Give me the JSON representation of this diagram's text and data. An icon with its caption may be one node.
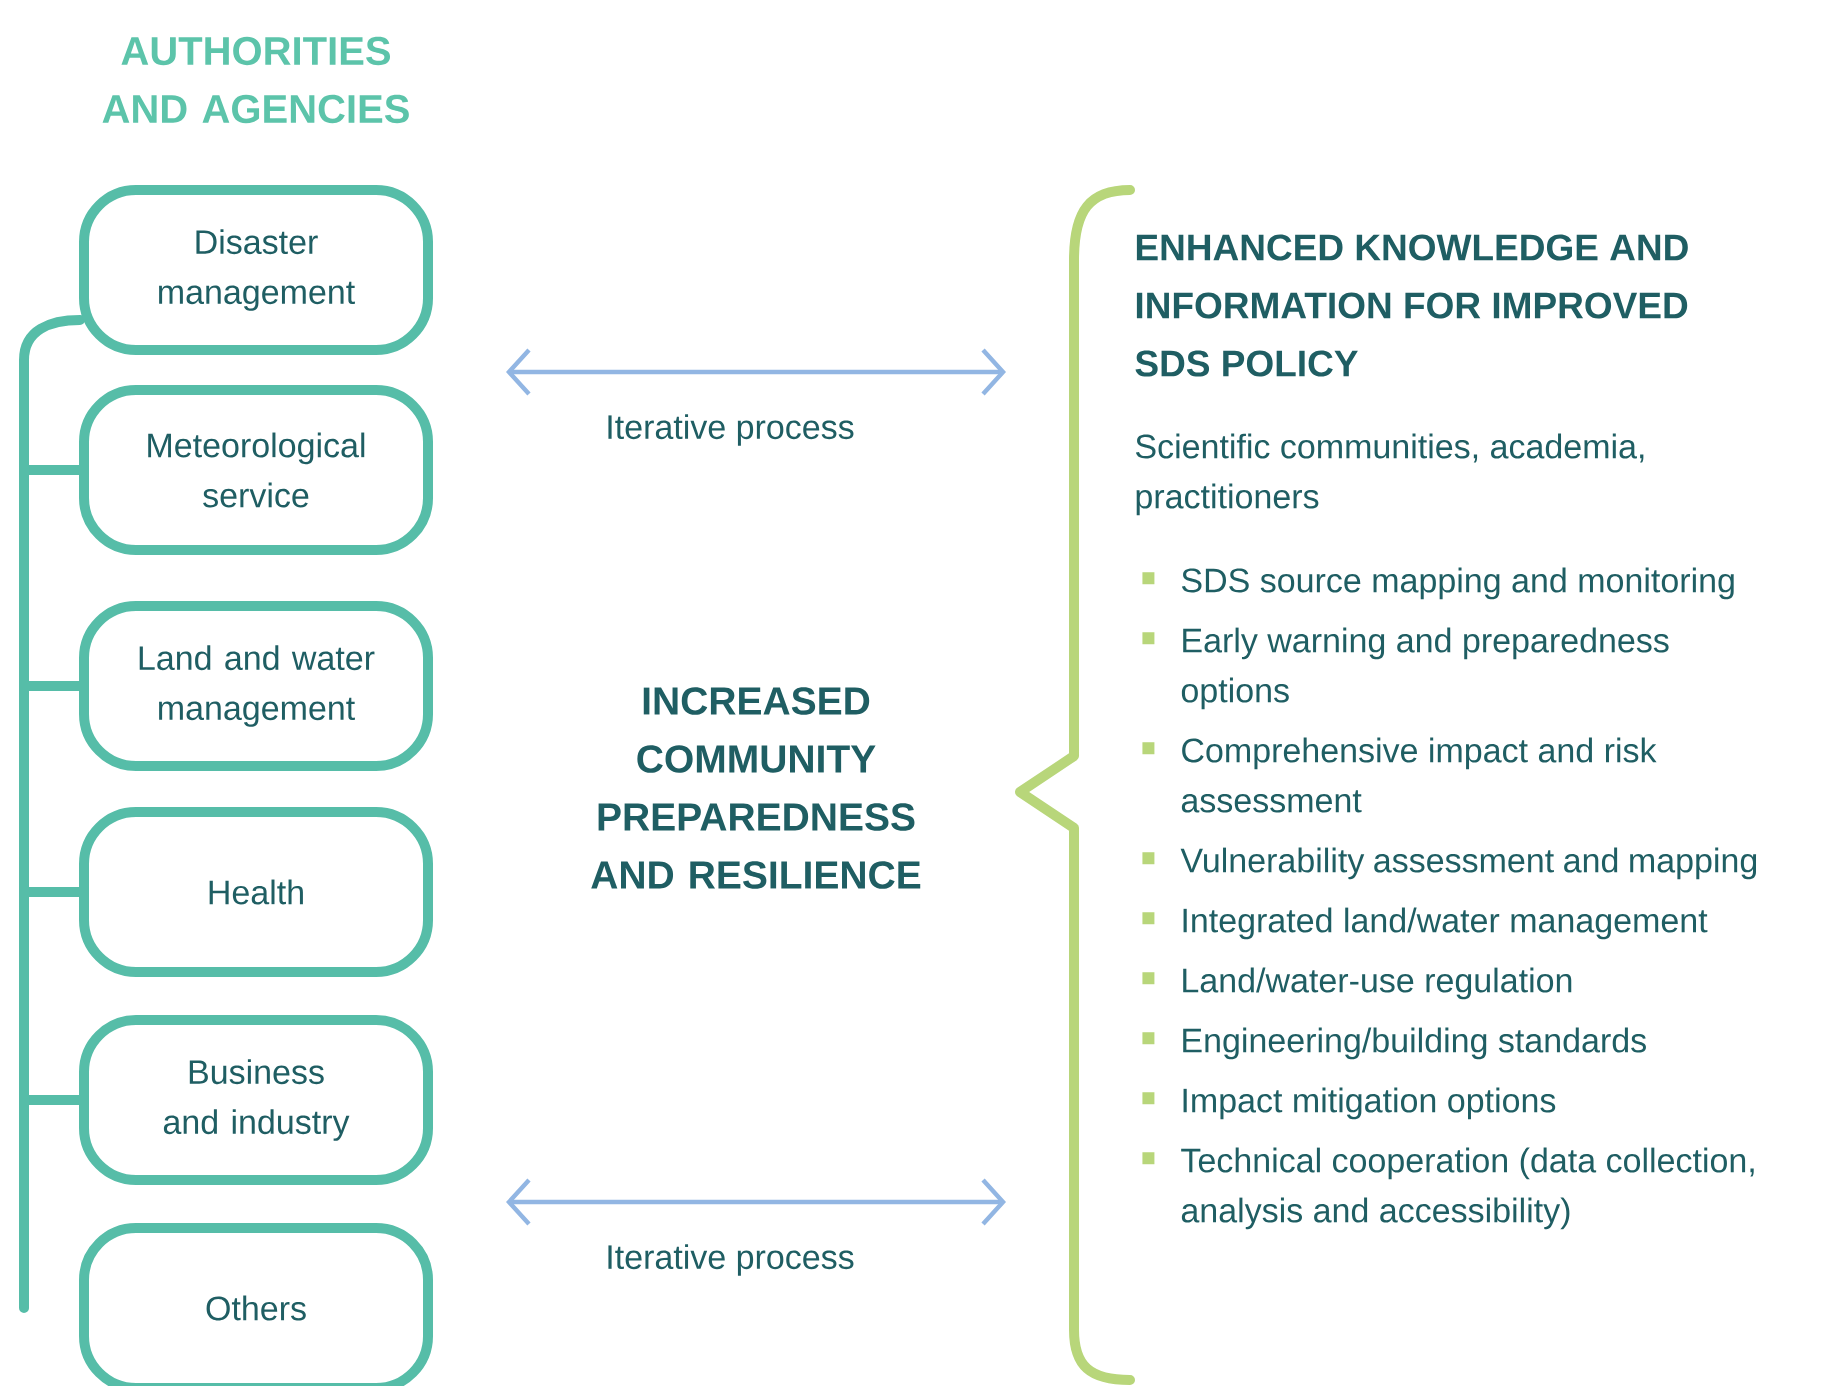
{
  "diagram": {
    "nodes": [
      {
        "text": [
          "Disaster management"
        ]
      },
      {
        "text": [
          "Meteorological service"
        ]
      },
      {
        "text": [
          "Land and water management"
        ]
      },
      {
        "text": [
          "Health"
        ]
      },
      {
        "text": [
          "Business and industry"
        ]
      },
      {
        "text": [
          "Others"
        ]
      },
      {
        "text": [
          "INCREASED COMMUNITY PREPAREDNESS AND RESILIENCE"
        ]
      },
      {
        "text": [
          "ENHANCED KNOWLEDGE AND INFORMATION FOR IMPROVED SDS POLICY",
          "Scientific communities, academia, practitioners",
          "SDS source mapping and monitoring",
          "Early warning and preparedness options",
          "Comprehensive impact and risk assessment",
          "Vulnerability assessment and mapping",
          "Integrated land/water management",
          "Land/water-use regulation",
          "Engineering/building standards",
          "Impact mitigation options",
          "Technical cooperation (data collection, analysis and accessibility)"
        ]
      }
    ],
    "edges": [
      {
        "from": null,
        "to": 7,
        "arrow": "both",
        "label": "Iterative process"
      },
      {
        "from": null,
        "to": 7,
        "arrow": "both",
        "label": "Iterative process"
      }
    ],
    "labels": [
      "AUTHORITIES AND AGENCIES"
    ]
  }
}
